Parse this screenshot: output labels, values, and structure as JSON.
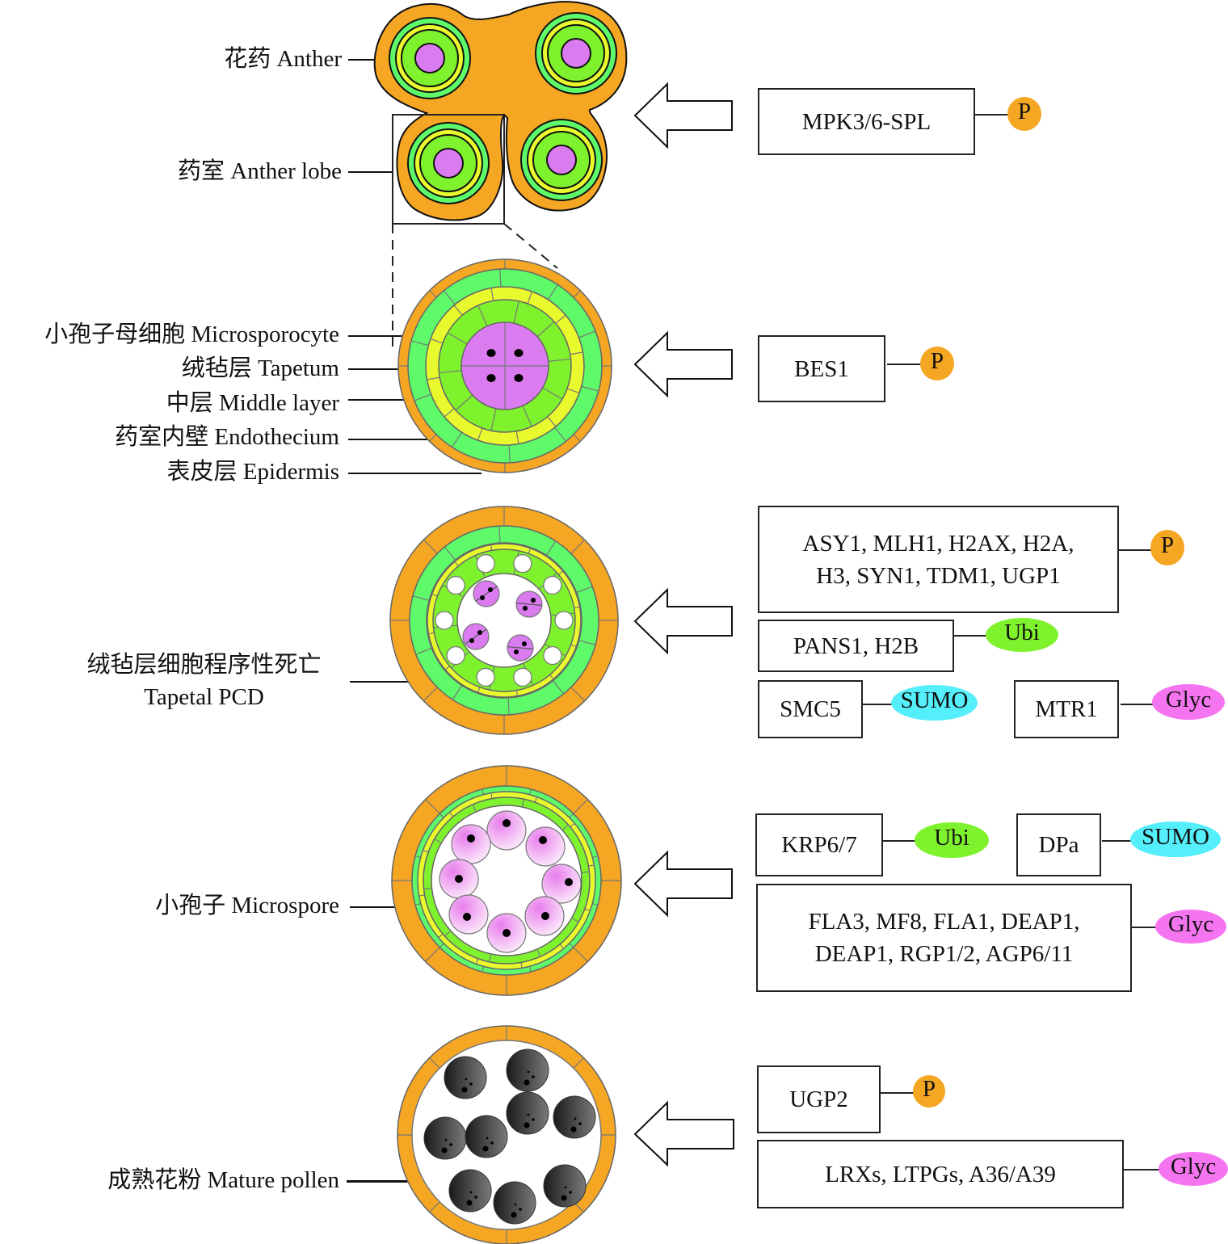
{
  "figure": {
    "stages": [
      {
        "id": "anther",
        "labels": [
          "花药 Anther",
          "药室 Anther lobe"
        ],
        "proteins": [
          {
            "text": "MPK3/6-SPL",
            "modification": "P"
          }
        ]
      },
      {
        "id": "microsporocyte-stage",
        "labels": [
          "小孢子母细胞 Microsporocyte",
          "绒毡层 Tapetum",
          "中层 Middle layer",
          "药室内壁 Endothecium",
          "表皮层 Epidermis"
        ],
        "proteins": [
          {
            "text": "BES1",
            "modification": "P"
          }
        ]
      },
      {
        "id": "tapetal-pcd-stage",
        "labels": [
          "绒毡层细胞程序性死亡",
          "Tapetal PCD"
        ],
        "proteins": [
          {
            "lines": [
              "ASY1, MLH1, H2AX, H2A,",
              "H3, SYN1, TDM1, UGP1"
            ],
            "modification": "P"
          },
          {
            "text": "PANS1, H2B",
            "modification": "Ubi"
          },
          {
            "text": "SMC5",
            "modification": "SUMO"
          },
          {
            "text": "MTR1",
            "modification": "Glyc"
          }
        ]
      },
      {
        "id": "microspore-stage",
        "labels": [
          "小孢子 Microspore"
        ],
        "proteins": [
          {
            "text": "KRP6/7",
            "modification": "Ubi"
          },
          {
            "text": "DPa",
            "modification": "SUMO"
          },
          {
            "lines": [
              "FLA3, MF8, FLA1, DEAP1,",
              "DEAP1, RGP1/2, AGP6/11"
            ],
            "modification": "Glyc"
          }
        ]
      },
      {
        "id": "mature-pollen-stage",
        "labels": [
          "成熟花粉 Mature pollen"
        ],
        "proteins": [
          {
            "text": "UGP2",
            "modification": "P"
          },
          {
            "text": "LRXs, LTPGs, A36/A39",
            "modification": "Glyc"
          }
        ]
      }
    ],
    "modification_colors": {
      "P": "#F5A623",
      "Ubi": "#7FF22E",
      "SUMO": "#55EEFB",
      "Glyc": "#F574F0"
    },
    "tissue_colors": {
      "epidermis": "#F5A623",
      "endothecium": "#5EFA6A",
      "middle_layer": "#E8FA2E",
      "tapetum": "#7FF22E",
      "microsporocyte": "#DA7BEF",
      "microspore": "#F2B8F2",
      "pollen": "#4A4A4A"
    }
  }
}
